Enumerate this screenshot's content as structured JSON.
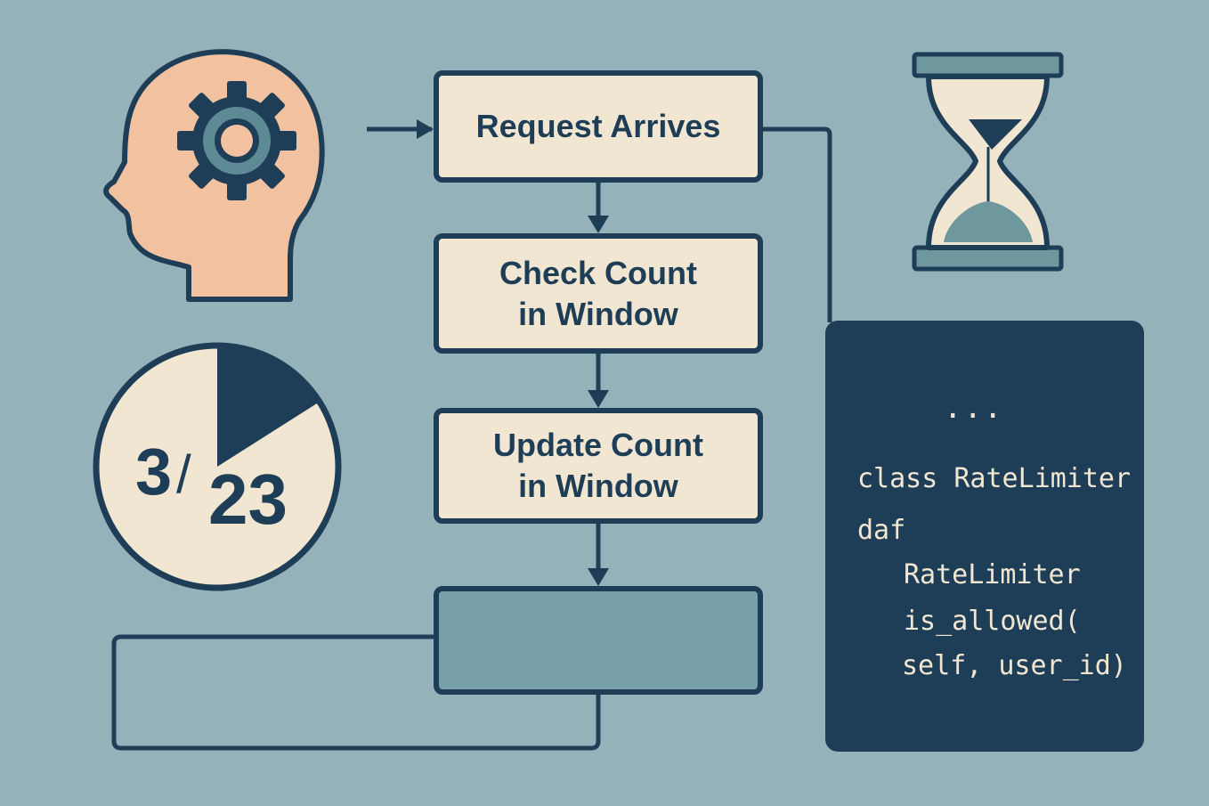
{
  "colors": {
    "background": "#95b1b9",
    "dark": "#1e3e57",
    "cream": "#f1e6d2",
    "skin": "#f2c19f",
    "teal": "#78a0a8",
    "sand": "#6f979e"
  },
  "icons": [
    "head-gear-icon",
    "hourglass-icon",
    "pie-gauge-icon",
    "code-brackets-icon"
  ],
  "flow": {
    "request_label": "Request Arrives",
    "check_label": "Check Count\nin Window",
    "update_label": "Update Count\nin Window",
    "final_label": ""
  },
  "gauge": {
    "numerator": "3",
    "slash": "/",
    "denominator": "23",
    "filled_fraction": 0.16
  },
  "code": {
    "ellipsis": "...",
    "lines": [
      "class RateLimiter",
      "daf",
      "RateLimiter",
      "is_allowed(",
      "self, user_id)"
    ]
  }
}
